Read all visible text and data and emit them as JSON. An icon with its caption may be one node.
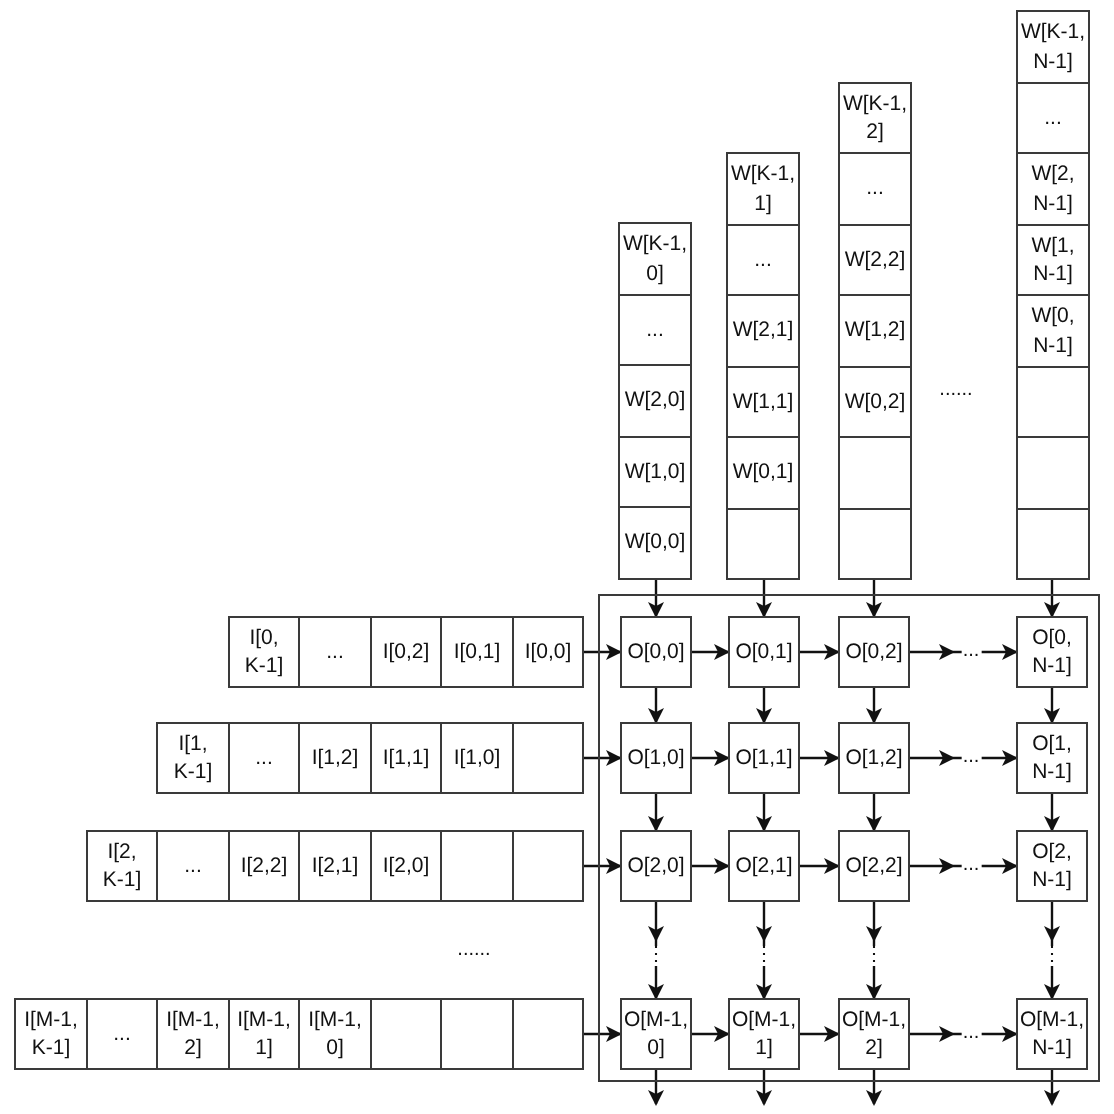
{
  "diagram": {
    "nodes": [
      {
        "text": [
          "W[K-1, 0]"
        ]
      },
      {
        "text": [
          "..."
        ]
      },
      {
        "text": [
          "W[2,0]"
        ]
      },
      {
        "text": [
          "W[1,0]"
        ]
      },
      {
        "text": [
          "W[0,0]"
        ]
      },
      {
        "text": [
          "W[K-1, 1]"
        ]
      },
      {
        "text": [
          "..."
        ]
      },
      {
        "text": [
          "W[2,1]"
        ]
      },
      {
        "text": [
          "W[1,1]"
        ]
      },
      {
        "text": [
          "W[0,1]"
        ]
      },
      {
        "text": [],
        "shape": "box"
      },
      {
        "text": [
          "W[K-1, 2]"
        ]
      },
      {
        "text": [
          "..."
        ]
      },
      {
        "text": [
          "W[2,2]"
        ]
      },
      {
        "text": [
          "W[1,2]"
        ]
      },
      {
        "text": [
          "W[0,2]"
        ]
      },
      {
        "text": [],
        "shape": "box"
      },
      {
        "text": [],
        "shape": "box"
      },
      {
        "text": [
          "W[K-1, N-1]"
        ]
      },
      {
        "text": [
          "..."
        ]
      },
      {
        "text": [
          "W[2, N-1]"
        ]
      },
      {
        "text": [
          "W[1, N-1]"
        ]
      },
      {
        "text": [
          "W[0, N-1]"
        ]
      },
      {
        "text": [],
        "shape": "box"
      },
      {
        "text": [],
        "shape": "box"
      },
      {
        "text": [],
        "shape": "box"
      },
      {
        "text": [],
        "shape": "box"
      },
      {
        "text": [
          "O[0,0]"
        ],
        "in": 26
      },
      {
        "text": [
          "O[0,1]"
        ],
        "in": 26
      },
      {
        "text": [
          "O[0,2]"
        ],
        "in": 26
      },
      {
        "text": [
          "O[0, N-1]"
        ],
        "in": 26
      },
      {
        "text": [
          "O[1,0]"
        ],
        "in": 26
      },
      {
        "text": [
          "O[1,1]"
        ],
        "in": 26
      },
      {
        "text": [
          "O[1,2]"
        ],
        "in": 26
      },
      {
        "text": [
          "O[1, N-1]"
        ],
        "in": 26
      },
      {
        "text": [
          "O[2,0]"
        ],
        "in": 26
      },
      {
        "text": [
          "O[2,1]"
        ],
        "in": 26
      },
      {
        "text": [
          "O[2,2]"
        ],
        "in": 26
      },
      {
        "text": [
          "O[2, N-1]"
        ],
        "in": 26
      },
      {
        "text": [
          "O[M-1, 0]"
        ],
        "in": 26
      },
      {
        "text": [
          "O[M-1, 1]"
        ],
        "in": 26
      },
      {
        "text": [
          "O[M-1, 2]"
        ],
        "in": 26
      },
      {
        "text": [
          "O[M-1, N-1]"
        ],
        "in": 26
      },
      {
        "text": [
          "I[0, K-1]"
        ]
      },
      {
        "text": [
          "..."
        ]
      },
      {
        "text": [
          "I[0,2]"
        ]
      },
      {
        "text": [
          "I[0,1]"
        ]
      },
      {
        "text": [
          "I[0,0]"
        ]
      },
      {
        "text": [
          "I[1, K-1]"
        ]
      },
      {
        "text": [
          "..."
        ]
      },
      {
        "text": [
          "I[1,2]"
        ]
      },
      {
        "text": [
          "I[1,1]"
        ]
      },
      {
        "text": [
          "I[1,0]"
        ]
      },
      {
        "text": [],
        "shape": "box"
      },
      {
        "text": [
          "I[2, K-1]"
        ]
      },
      {
        "text": [
          "..."
        ]
      },
      {
        "text": [
          "I[2,2]"
        ]
      },
      {
        "text": [
          "I[2,1]"
        ]
      },
      {
        "text": [
          "I[2,0]"
        ]
      },
      {
        "text": [],
        "shape": "box"
      },
      {
        "text": [],
        "shape": "box"
      },
      {
        "text": [
          "I[M-1, K-1]"
        ]
      },
      {
        "text": [
          "..."
        ]
      },
      {
        "text": [
          "I[M-1, 2]"
        ]
      },
      {
        "text": [
          "I[M-1, 1]"
        ]
      },
      {
        "text": [
          "I[M-1, 0]"
        ]
      },
      {
        "text": [],
        "shape": "box"
      },
      {
        "text": [],
        "shape": "box"
      },
      {
        "text": [],
        "shape": "box"
      }
    ],
    "edges": [
      {
        "from": 4,
        "to": 27,
        "arrow": "to"
      },
      {
        "from": 10,
        "to": 28,
        "arrow": "to"
      },
      {
        "from": 17,
        "to": 29,
        "arrow": "to"
      },
      {
        "from": 25,
        "to": 30,
        "arrow": "to"
      },
      {
        "from": 47,
        "to": 27,
        "arrow": "to"
      },
      {
        "from": 53,
        "to": 31,
        "arrow": "to"
      },
      {
        "from": 60,
        "to": 35,
        "arrow": "to"
      },
      {
        "from": 68,
        "to": 39,
        "arrow": "to"
      },
      {
        "from": 27,
        "to": 28,
        "arrow": "to"
      },
      {
        "from": 28,
        "to": 29,
        "arrow": "to"
      },
      {
        "from": 29,
        "to": 30,
        "arrow": "to",
        "label": "..."
      },
      {
        "from": 31,
        "to": 32,
        "arrow": "to"
      },
      {
        "from": 32,
        "to": 33,
        "arrow": "to"
      },
      {
        "from": 33,
        "to": 34,
        "arrow": "to",
        "label": "..."
      },
      {
        "from": 35,
        "to": 36,
        "arrow": "to"
      },
      {
        "from": 36,
        "to": 37,
        "arrow": "to"
      },
      {
        "from": 37,
        "to": 38,
        "arrow": "to",
        "label": "..."
      },
      {
        "from": 39,
        "to": 40,
        "arrow": "to"
      },
      {
        "from": 40,
        "to": 41,
        "arrow": "to"
      },
      {
        "from": 41,
        "to": 42,
        "arrow": "to",
        "label": "..."
      },
      {
        "from": 27,
        "to": 31,
        "arrow": "to"
      },
      {
        "from": 28,
        "to": 32,
        "arrow": "to"
      },
      {
        "from": 29,
        "to": 33,
        "arrow": "to"
      },
      {
        "from": 30,
        "to": 34,
        "arrow": "to"
      },
      {
        "from": 31,
        "to": 35,
        "arrow": "to"
      },
      {
        "from": 32,
        "to": 36,
        "arrow": "to"
      },
      {
        "from": 33,
        "to": 37,
        "arrow": "to"
      },
      {
        "from": 34,
        "to": 38,
        "arrow": "to"
      },
      {
        "from": 35,
        "to": 39,
        "arrow": "to",
        "label": "⋮"
      },
      {
        "from": 36,
        "to": 40,
        "arrow": "to",
        "label": "⋮"
      },
      {
        "from": 37,
        "to": 41,
        "arrow": "to",
        "label": "⋮"
      },
      {
        "from": 38,
        "to": 42,
        "arrow": "to",
        "label": "⋮"
      },
      {
        "from": 39,
        "to": null,
        "arrow": "to"
      },
      {
        "from": 40,
        "to": null,
        "arrow": "to"
      },
      {
        "from": 41,
        "to": null,
        "arrow": "to"
      },
      {
        "from": 42,
        "to": null,
        "arrow": "to"
      }
    ],
    "labels": [
      "......",
      "......"
    ]
  }
}
